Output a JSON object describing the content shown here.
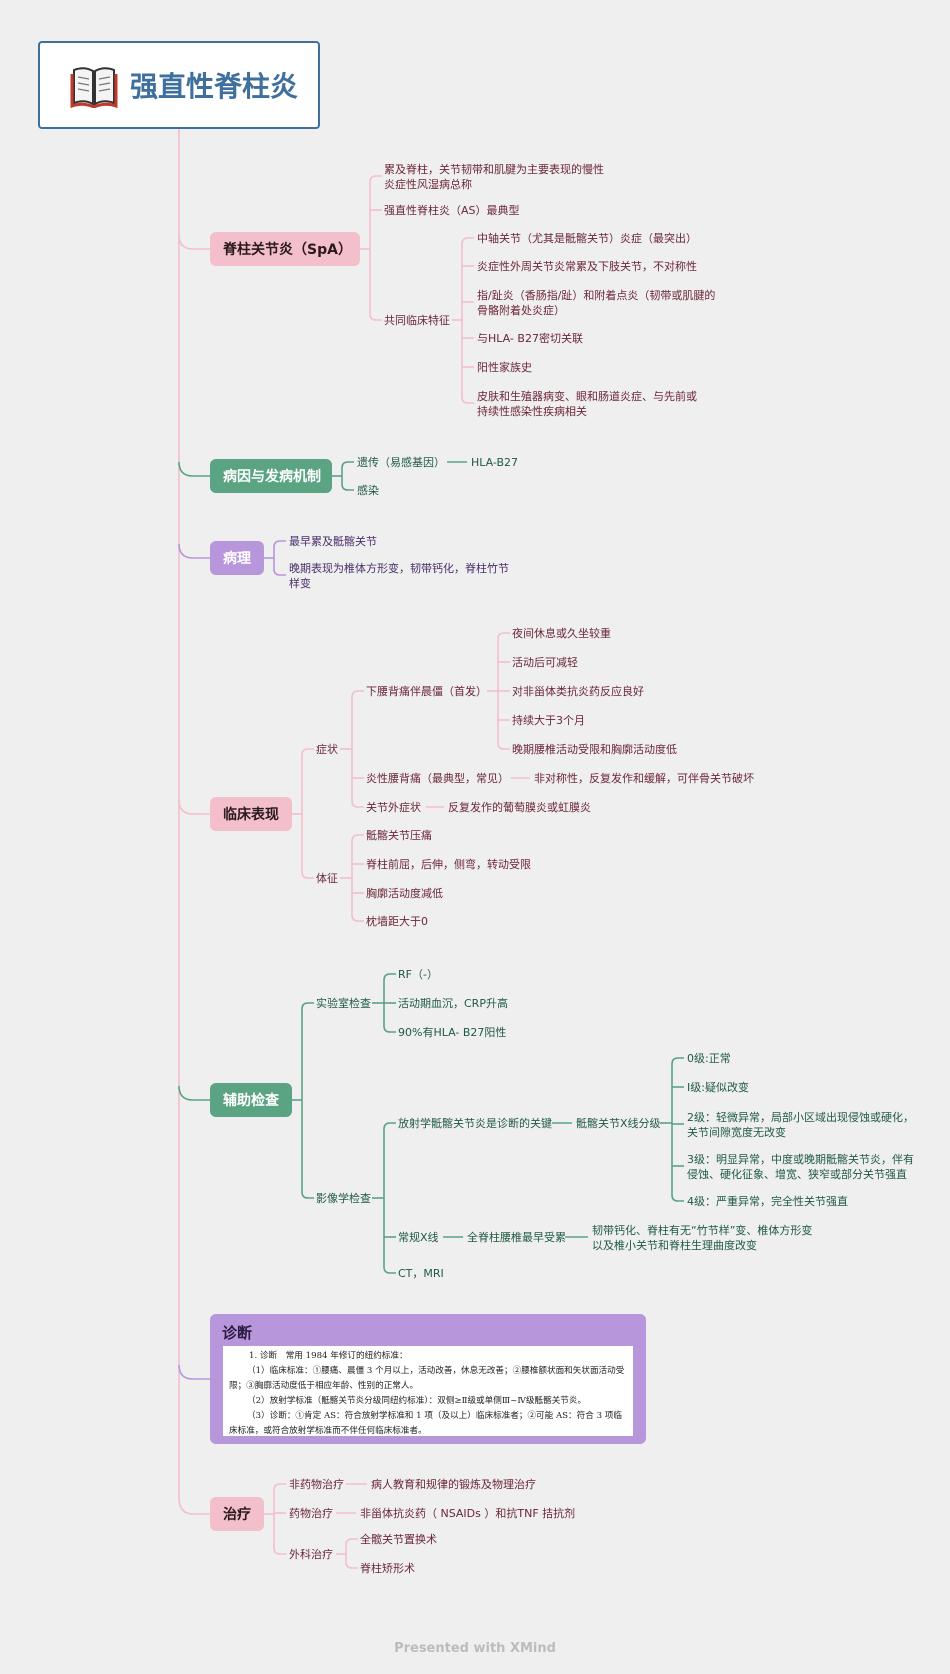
{
  "root": {
    "title": "强直性脊柱炎",
    "icon": "open-book-icon"
  },
  "spa": {
    "label": "脊柱关节炎（SpA）",
    "def1": "累及脊柱，关节韧带和肌腱为主要表现的慢性炎症性风湿病总称",
    "def2": "强直性脊柱炎（AS）最典型",
    "common": "共同临床特征",
    "features": [
      "中轴关节（尤其是骶髂关节）炎症（最突出）",
      "炎症性外周关节炎常累及下肢关节，不对称性",
      "指/趾炎（香肠指/趾）和附着点炎（韧带或肌腱的骨骼附着处炎症）",
      "与HLA- B27密切关联",
      "阳性家族史",
      "皮肤和生殖器病变、眼和肠道炎症、与先前或持续性感染性疾病相关"
    ]
  },
  "etiology": {
    "label": "病因与发病机制",
    "genetic": "遗传（易感基因）",
    "hla": "HLA-B27",
    "infection": "感染"
  },
  "pathology": {
    "label": "病理",
    "p1": "最早累及骶髂关节",
    "p2": "晚期表现为椎体方形变，韧带钙化，脊柱竹节样变"
  },
  "clinical": {
    "label": "临床表现",
    "symptoms": "症状",
    "low_back": "下腰背痛伴晨僵（首发）",
    "low_back_items": [
      "夜间休息或久坐较重",
      "活动后可减轻",
      "对非甾体类抗炎药反应良好",
      "持续大于3个月",
      "晚期腰椎活动受限和胸廓活动度低"
    ],
    "inflam": "炎性腰背痛（最典型，常见）",
    "inflam_detail": "非对称性，反复发作和缓解，可伴骨关节破坏",
    "extra": "关节外症状",
    "extra_detail": "反复发作的葡萄膜炎或虹膜炎",
    "signs": "体征",
    "signs_items": [
      "骶髂关节压痛",
      "脊柱前屈，后伸，侧弯，转动受限",
      "胸廓活动度减低",
      "枕墙距大于0"
    ]
  },
  "aux": {
    "label": "辅助检查",
    "lab": "实验室检查",
    "lab_items": [
      "RF（-）",
      "活动期血沉，CRP升高",
      "90%有HLA- B27阳性"
    ],
    "imaging": "影像学检查",
    "radiology": "放射学骶髂关节炎是诊断的关键",
    "grading": "骶髂关节X线分级",
    "grades": [
      "0级:正常",
      "I级:疑似改变",
      "2级：轻微异常，局部小区域出现侵蚀或硬化，关节间隙宽度无改变",
      "3级：明显异常，中度或晚期骶髂关节炎，伴有侵蚀、硬化征象、增宽、狭窄或部分关节强直",
      "4级：严重异常，完全性关节强直"
    ],
    "xray": "常规X线",
    "spine": "全脊柱腰椎最早受累",
    "spine_detail": "韧带钙化、脊柱有无“竹节样”变、椎体方形变以及椎小关节和脊柱生理曲度改变",
    "ct": "CT，MRI"
  },
  "diagnosis": {
    "label": "诊断",
    "lines": [
      "1. 诊断　常用 1984 年修订的纽约标准：",
      "（1）临床标准：①腰痛、晨僵 3 个月以上，活动改善，休息无改善；②腰椎额状面和矢状面活动受限；③胸廓活动度低于相应年龄、性别的正常人。",
      "（2）放射学标准（骶髂关节炎分级同纽约标准）：双侧≥Ⅱ级或单侧Ⅲ~Ⅳ级骶髂关节炎。",
      "（3）诊断：①肯定 AS：符合放射学标准和 1 项（及以上）临床标准者；②可能 AS：符合 3 项临床标准，或符合放射学标准而不伴任何临床标准者。"
    ]
  },
  "treatment": {
    "label": "治疗",
    "non_drug": "非药物治疗",
    "non_drug_detail": "病人教育和规律的锻炼及物理治疗",
    "drug": "药物治疗",
    "drug_detail": "非甾体抗炎药（ NSAIDs ）和抗TNF 拮抗剂",
    "surgery": "外科治疗",
    "surgery_items": [
      "全髋关节置换术",
      "脊柱矫形术"
    ]
  },
  "footer": "Presented with XMind",
  "colors": {
    "pink": "#f3bfcb",
    "green": "#5aa383",
    "purple": "#b896dc",
    "title_blue": "#3f6f9d"
  }
}
